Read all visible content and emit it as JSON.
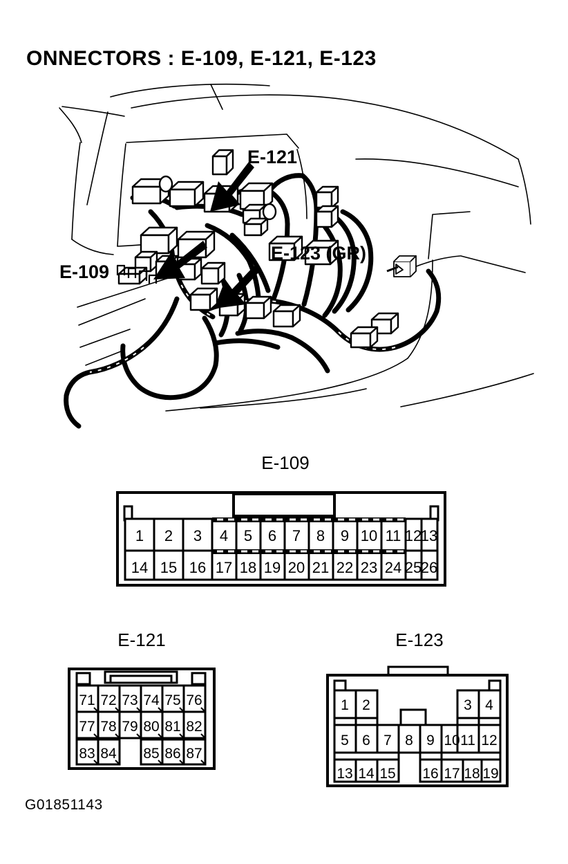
{
  "document": {
    "title": "ONNECTORS : E-109, E-121, E-123",
    "figure_id": "G01851143"
  },
  "illustration": {
    "description": "instrument-panel wiring harness line art",
    "callouts": [
      {
        "id": "callout-e121",
        "label": "E-121",
        "arrow": "arrow-down-left"
      },
      {
        "id": "callout-e109",
        "label": "E-109",
        "arrow": "arrow-up-right"
      },
      {
        "id": "callout-e123",
        "label": "E-123 (GR)",
        "arrow": "arrow-down-left"
      }
    ]
  },
  "connectors": [
    {
      "id": "e-109",
      "title": "E-109",
      "rows": [
        [
          "1",
          "2",
          "3",
          "4",
          "5",
          "6",
          "7",
          "8",
          "9",
          "10",
          "11",
          "12",
          "13"
        ],
        [
          "14",
          "15",
          "16",
          "17",
          "18",
          "19",
          "20",
          "21",
          "22",
          "23",
          "24",
          "25",
          "26"
        ]
      ],
      "pin_count": 26
    },
    {
      "id": "e-121",
      "title": "E-121",
      "rows": [
        [
          "71",
          "72",
          "73",
          "74",
          "75",
          "76"
        ],
        [
          "77",
          "78",
          "79",
          "80",
          "81",
          "82"
        ],
        [
          "83",
          "84",
          "",
          "85",
          "86",
          "87"
        ]
      ],
      "pin_count": 17
    },
    {
      "id": "e-123",
      "title": "E-123",
      "rows": [
        [
          "1",
          "2",
          "",
          "",
          "",
          "",
          "3",
          "4"
        ],
        [
          "5",
          "6",
          "7",
          "8",
          "9",
          "10",
          "11",
          "12"
        ],
        [
          "13",
          "14",
          "15",
          "",
          "16",
          "17",
          "18",
          "19"
        ]
      ],
      "pin_count": 19
    }
  ],
  "colors": {
    "ink": "#000000",
    "paper": "#ffffff"
  }
}
